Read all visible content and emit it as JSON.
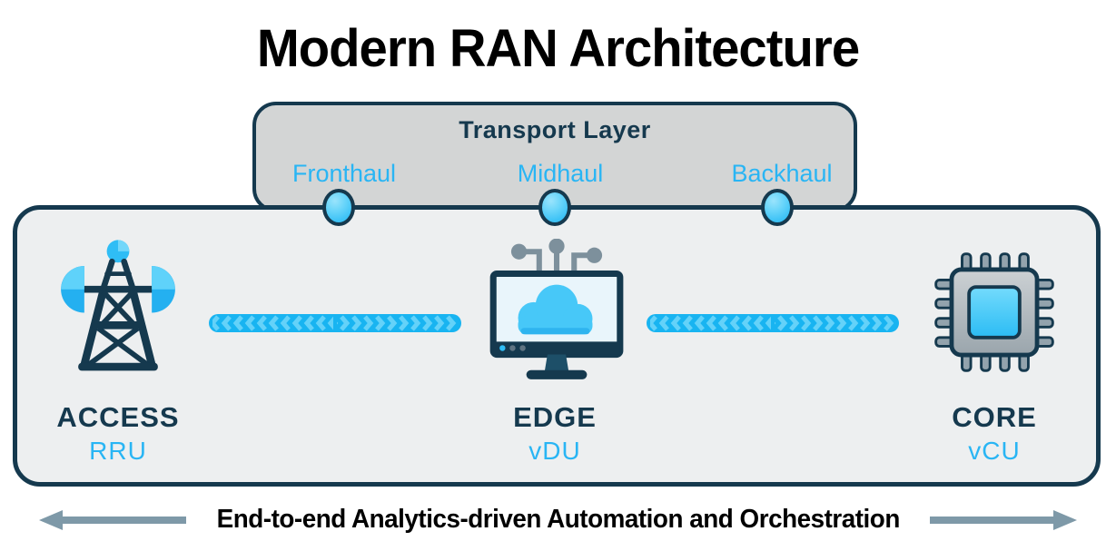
{
  "title": "Modern RAN Architecture",
  "transport": {
    "title": "Transport Layer",
    "links": [
      {
        "label": "Fronthaul",
        "dot_icon": "connector-dot-icon"
      },
      {
        "label": "Midhaul",
        "dot_icon": "connector-dot-icon"
      },
      {
        "label": "Backhaul",
        "dot_icon": "connector-dot-icon"
      }
    ]
  },
  "nodes": [
    {
      "label": "ACCESS",
      "sublabel": "RRU",
      "icon": "cell-tower-icon"
    },
    {
      "label": "EDGE",
      "sublabel": "vDU",
      "icon": "cloud-monitor-icon"
    },
    {
      "label": "CORE",
      "sublabel": "vCU",
      "icon": "chip-icon"
    }
  ],
  "connectors": [
    {
      "between": "ACCESS-EDGE",
      "style": "bidirectional-chevron"
    },
    {
      "between": "EDGE-CORE",
      "style": "bidirectional-chevron"
    }
  ],
  "footer": {
    "label": "End-to-end Analytics-driven Automation and Orchestration"
  },
  "colors": {
    "navy": "#15394e",
    "label_blue": "#29b5f4",
    "dot_blue": "#4ec9f8",
    "connector_blue": "#18b4f1",
    "chevron_blue": "#64d2f9",
    "transport_fill": "#d3d5d5",
    "panel_fill": "#edeff0",
    "arrow_grey": "#7e99a8",
    "title_color": "#000000"
  }
}
